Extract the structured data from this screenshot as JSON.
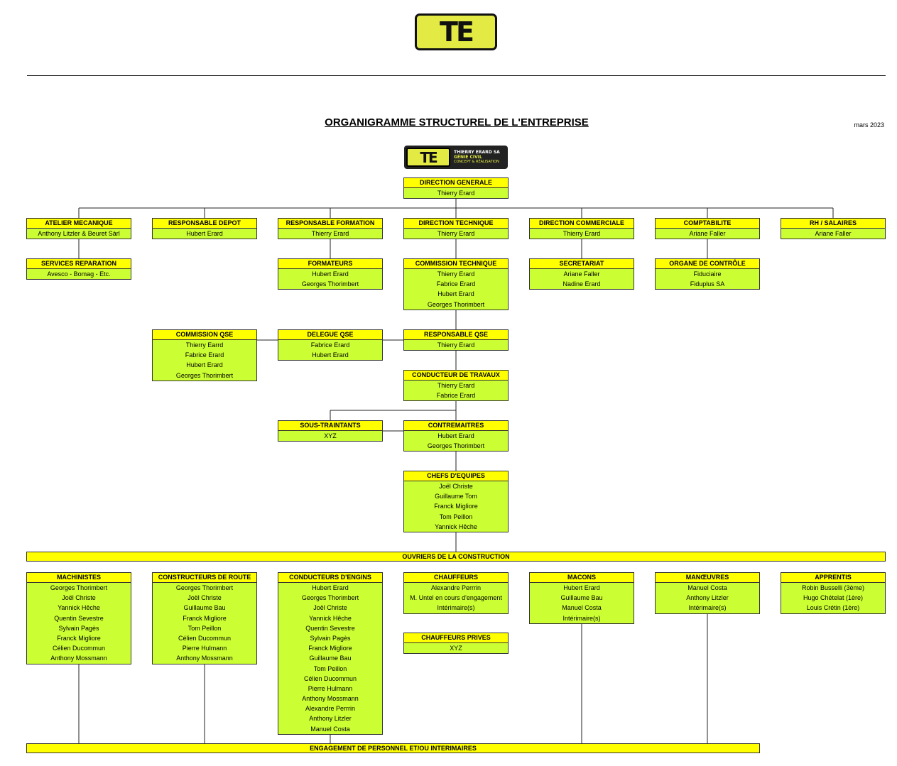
{
  "header": {
    "logo_text": "TE",
    "title": "ORGANIGRAMME STRUCTUREL DE L'ENTREPRISE",
    "date": "mars 2023",
    "company_line1": "THIERRY ERARD SA",
    "company_line2": "GÉNIE CIVIL",
    "company_line3": "CONCEPT & RÉALISATION"
  },
  "colors": {
    "header_fill": "#ffff00",
    "body_fill": "#ccff33",
    "logo": "#e2ea43"
  },
  "boxes": {
    "direction_generale": {
      "title": "DIRECTION GENERALE",
      "members": [
        "Thierry Erard"
      ]
    },
    "atelier_mecanique": {
      "title": "ATELIER MECANIQUE",
      "members": [
        "Anthony Litzler & Beuret Sàrl"
      ]
    },
    "responsable_depot": {
      "title": "RESPONSABLE DEPOT",
      "members": [
        "Hubert Erard"
      ]
    },
    "responsable_formation": {
      "title": "RESPONSABLE FORMATION",
      "members": [
        "Thierry Erard"
      ]
    },
    "direction_technique": {
      "title": "DIRECTION TECHNIQUE",
      "members": [
        "Thierry Erard"
      ]
    },
    "direction_commerciale": {
      "title": "DIRECTION COMMERCIALE",
      "members": [
        "Thierry Erard"
      ]
    },
    "comptabilite": {
      "title": "COMPTABILITE",
      "members": [
        "Ariane Faller"
      ]
    },
    "rh_salaires": {
      "title": "RH / SALAIRES",
      "members": [
        "Ariane Faller"
      ]
    },
    "services_reparation": {
      "title": "SERVICES REPARATION",
      "members": [
        "Avesco - Bomag - Etc."
      ]
    },
    "formateurs": {
      "title": "FORMATEURS",
      "members": [
        "Hubert Erard",
        "Georges Thorimbert"
      ]
    },
    "commission_technique": {
      "title": "COMMISSION TECHNIQUE",
      "members": [
        "Thierry Erard",
        "Fabrice Erard",
        "Hubert Erard",
        "Georges Thorimbert"
      ]
    },
    "secretariat": {
      "title": "SECRETARIAT",
      "members": [
        "Ariane Faller",
        "Nadine Erard"
      ]
    },
    "organe_controle": {
      "title": "ORGANE DE CONTRÔLE",
      "members": [
        "Fiduciaire",
        "Fiduplus SA"
      ]
    },
    "commission_qse": {
      "title": "COMMISSION QSE",
      "members": [
        "Thierry Earrd",
        "Fabrice Erard",
        "Hubert Erard",
        "Georges Thorimbert"
      ]
    },
    "delegue_qse": {
      "title": "DELEGUE QSE",
      "members": [
        "Fabrice Erard",
        "Hubert Erard"
      ]
    },
    "responsable_qse": {
      "title": "RESPONSABLE QSE",
      "members": [
        "Thierry Erard"
      ]
    },
    "conducteur_travaux": {
      "title": "CONDUCTEUR DE TRAVAUX",
      "members": [
        "Thierry Erard",
        "Fabrice Erard"
      ]
    },
    "sous_traitants": {
      "title": "SOUS-TRAINTANTS",
      "members": [
        "XYZ"
      ]
    },
    "contremaitres": {
      "title": "CONTREMAITRES",
      "members": [
        "Hubert Erard",
        "Georges Thorimbert"
      ]
    },
    "chefs_equipes": {
      "title": "CHEFS D'EQUIPES",
      "members": [
        "Joël Christe",
        "Guillaume Tom",
        "Franck Migliore",
        "Tom Peillon",
        "Yannick Hêche"
      ]
    },
    "machinistes": {
      "title": "MACHINISTES",
      "members": [
        "Georges Thorimbert",
        "Joël Christe",
        "Yannick Hêche",
        "Quentin Sevestre",
        "Sylvain Pagès",
        "Franck Migliore",
        "Célien Ducommun",
        "Anthony Mossmann"
      ]
    },
    "constructeurs_route": {
      "title": "CONSTRUCTEURS DE ROUTE",
      "members": [
        "Georges Thorimbert",
        "Joël Christe",
        "Guillaume Bau",
        "Franck Migliore",
        "Tom Peillon",
        "Célien Ducommun",
        "Pierre Hulmann",
        "Anthony Mossmann"
      ]
    },
    "conducteurs_engins": {
      "title": "CONDUCTEURS D'ENGINS",
      "members": [
        "Hubert Erard",
        "Georges Thorimbert",
        "Joël Christe",
        "Yannick Hêche",
        "Quentin Sevestre",
        "Sylvain Pagès",
        "Franck Migliore",
        "Guillaume Bau",
        "Tom Peillon",
        "Célien Ducommun",
        "Pierre Hulmann",
        "Anthony Mossmann",
        "Alexandre Perrrin",
        "Anthony Litzler",
        "Manuel Costa"
      ]
    },
    "chauffeurs": {
      "title": "CHAUFFEURS",
      "members": [
        "Alexandre Perrrin",
        "M. Untel en cours d'engagement",
        "Intérimaire(s)"
      ]
    },
    "chauffeurs_prives": {
      "title": "CHAUFFEURS PRIVES",
      "members": [
        "XYZ"
      ]
    },
    "macons": {
      "title": "MACONS",
      "members": [
        "Hubert Erard",
        "Guillaume Bau",
        "Manuel Costa",
        "Intérimaire(s)"
      ]
    },
    "manoeuvres": {
      "title": "MANŒUVRES",
      "members": [
        "Manuel Costa",
        "Anthony Litzler",
        "Intérimaire(s)"
      ]
    },
    "apprentis": {
      "title": "APPRENTIS",
      "members": [
        "Robin Busselli (3ème)",
        "Hugo Chételat (1ère)",
        "Louis Crétin (1ère)"
      ]
    }
  },
  "bars": {
    "ouvriers": "OUVRIERS DE LA CONSTRUCTION",
    "engagement": "ENGAGEMENT DE PERSONNEL ET/OU INTERIMAIRES"
  }
}
